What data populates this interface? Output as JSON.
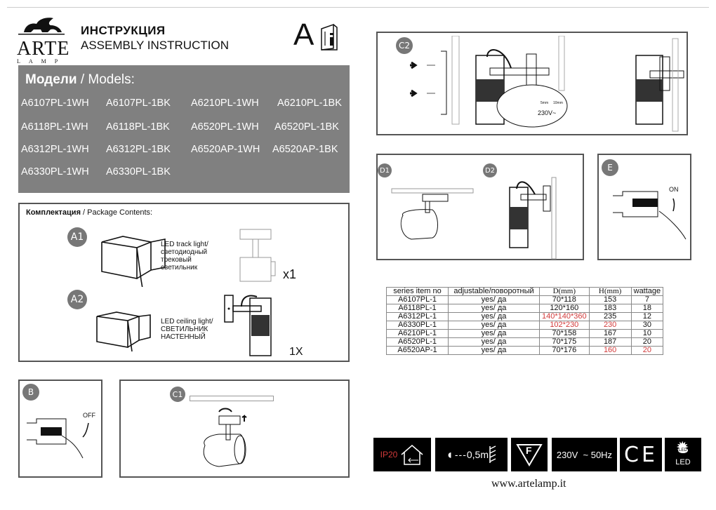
{
  "header": {
    "logo": {
      "brand": "ARTE",
      "sub": "LAMP"
    },
    "title_ru": "ИНСТРУКЦИЯ",
    "title_en": "ASSEMBLY INSTRUCTION",
    "manual_icon_letter": "A",
    "manual_icon": "book-info-icon"
  },
  "models": {
    "title_ru": "Модели",
    "title_sep": " / ",
    "title_en": "Models:",
    "rows": [
      [
        "A6107PL-1WH",
        "A6107PL-1BK",
        "A6210PL-1WH",
        "A6210PL-1BK"
      ],
      [
        "A6118PL-1WH",
        "A6118PL-1BK",
        "A6520PL-1WH",
        "A6520PL-1BK"
      ],
      [
        "A6312PL-1WH",
        "A6312PL-1BK",
        "A6520AP-1WH",
        "A6520AP-1BK"
      ],
      [
        "A6330PL-1WH",
        "A6330PL-1BK"
      ]
    ]
  },
  "package": {
    "title_ru": "Комплектация",
    "title_sep": " / ",
    "title_en": "Package Contents:",
    "items": [
      {
        "badge": "A1",
        "label_lines": [
          "LED track light/",
          "светодиодный",
          "трековый",
          "светильник"
        ],
        "qty": "x1"
      },
      {
        "badge": "A2",
        "label_lines": [
          "LED ceiling light/",
          "СВЕТИЛЬНИК",
          "НАСТЕННЫЙ"
        ],
        "qty": "1X"
      }
    ]
  },
  "steps": {
    "b": {
      "badge": "B",
      "label": "OFF"
    },
    "c1": {
      "badge": "C1"
    },
    "c2": {
      "badge": "C2",
      "wiring": {
        "voltage": "230V~",
        "strip_a": "5mm",
        "strip_b": "10mm"
      }
    },
    "d1": {
      "badge": "D1"
    },
    "d2": {
      "badge": "D2"
    },
    "e": {
      "badge": "E",
      "label": "ON"
    }
  },
  "spec_table": {
    "headers": [
      "series   item no",
      "adjustable/поворотный",
      "D(mm)",
      "H(mm)",
      "wattage"
    ],
    "rows": [
      {
        "item": "A6107PL-1",
        "adjustable": "yes/ да",
        "d": "70*118",
        "h": "153",
        "w": "7",
        "d_red": false,
        "h_red": false,
        "w_red": false
      },
      {
        "item": "A6118PL-1",
        "adjustable": "yes/ да",
        "d": "120*160",
        "h": "183",
        "w": "18",
        "d_red": false,
        "h_red": false,
        "w_red": false
      },
      {
        "item": "A6312PL-1",
        "adjustable": "yes/ да",
        "d": "140*140*360",
        "h": "235",
        "w": "12",
        "d_red": true,
        "h_red": false,
        "w_red": false
      },
      {
        "item": "A6330PL-1",
        "adjustable": "yes/ да",
        "d": "102*230",
        "h": "230",
        "w": "30",
        "d_red": true,
        "h_red": true,
        "w_red": false
      },
      {
        "item": "A6210PL-1",
        "adjustable": "yes/ да",
        "d": "70*158",
        "h": "167",
        "w": "10",
        "d_red": false,
        "h_red": false,
        "w_red": false
      },
      {
        "item": "A6520PL-1",
        "adjustable": "yes/ да",
        "d": "70*175",
        "h": "187",
        "w": "20",
        "d_red": false,
        "h_red": false,
        "w_red": false
      },
      {
        "item": "A6520AP-1",
        "adjustable": "yes/ да",
        "d": "70*176",
        "h": "160",
        "w": "20",
        "d_red": false,
        "h_red": true,
        "w_red": true
      }
    ]
  },
  "symbols": {
    "ip": "IP20",
    "distance": "0,5m",
    "f_mark": "F",
    "power": "230V  ~ 50Hz",
    "ce": "CE",
    "led": "LED",
    "led_small": "LED"
  },
  "colors": {
    "panel_gray": "#808080",
    "badge_gray": "#777777",
    "accent_red": "#d23a3a",
    "icon_bg": "#000000"
  },
  "footer": {
    "url": "www.artelamp.it"
  }
}
